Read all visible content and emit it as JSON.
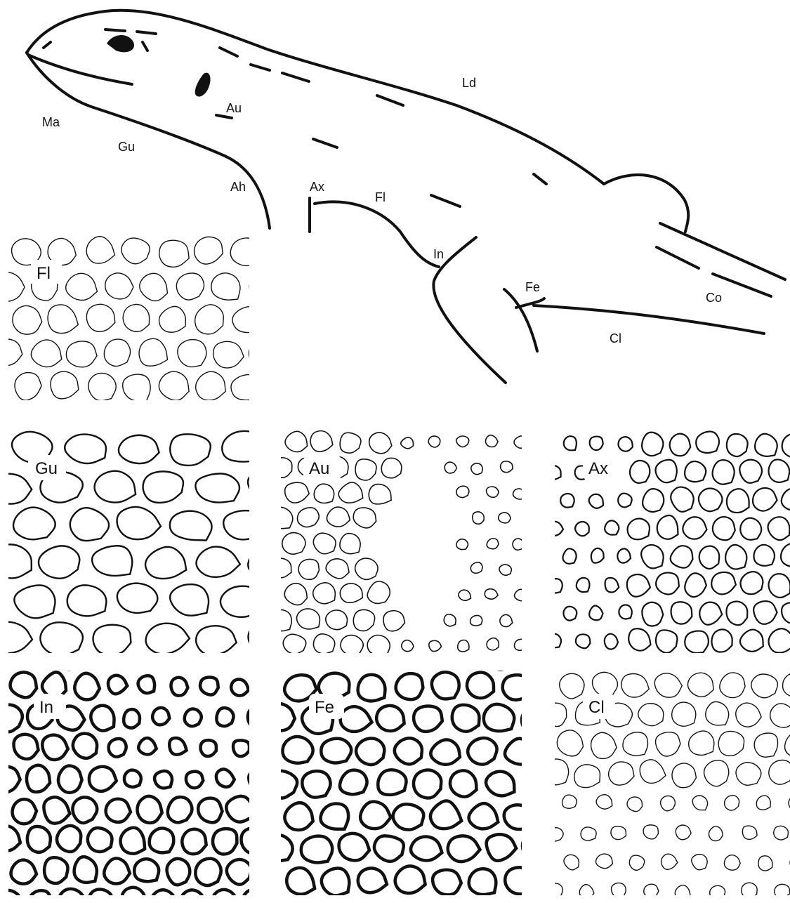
{
  "lizard_labels": {
    "ma": "Ma",
    "gu": "Gu",
    "au": "Au",
    "ah": "Ah",
    "ax": "Ax",
    "ld": "Ld",
    "fl": "Fl",
    "in": "In",
    "fe": "Fe",
    "co": "Co",
    "cl": "Cl"
  },
  "panels": [
    {
      "id": "fl",
      "label": "Fl"
    },
    {
      "id": "gu",
      "label": "Gu"
    },
    {
      "id": "au",
      "label": "Au"
    },
    {
      "id": "ax",
      "label": "Ax"
    },
    {
      "id": "in",
      "label": "In"
    },
    {
      "id": "fe",
      "label": "Fe"
    },
    {
      "id": "cl",
      "label": "Cl"
    }
  ],
  "colors": {
    "line": "#111111",
    "background": "#ffffff"
  }
}
